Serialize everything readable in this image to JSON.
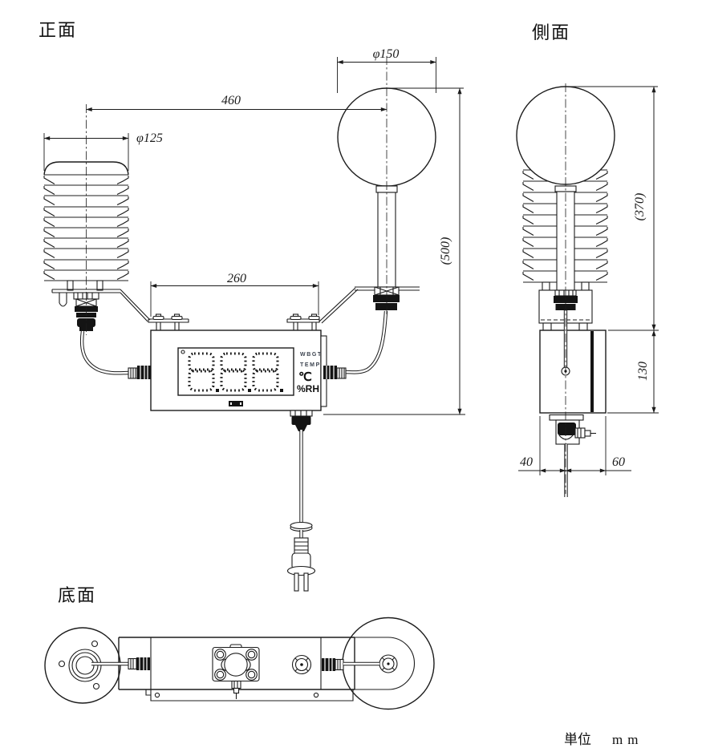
{
  "page": {
    "background": "#ffffff",
    "line_color": "#1c1c1c"
  },
  "views": {
    "front": {
      "label": "正面"
    },
    "side": {
      "label": "側面"
    },
    "bottom": {
      "label": "底面"
    }
  },
  "units": {
    "label": "単位",
    "value": "mm"
  },
  "dimensions": {
    "globe_diameter": "φ150",
    "shield_diameter": "φ125",
    "sensor_span": "460",
    "overall_height": "(500)",
    "box_width": "260",
    "side_overall_height": "(370)",
    "box_height": "130",
    "depth_rear": "40",
    "depth_front": "60"
  },
  "display": {
    "value": "8.8.8",
    "labels": {
      "row1": "WBGT",
      "row2": "TEMP",
      "unit_temp": "℃",
      "unit_rh": "%RH"
    }
  }
}
